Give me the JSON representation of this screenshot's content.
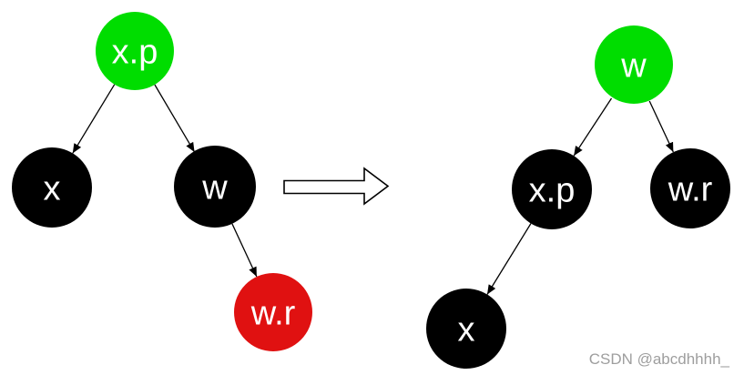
{
  "colors": {
    "green": "#00dd00",
    "black": "#000000",
    "red": "#e01111",
    "node_text": "#ffffff",
    "edge": "#000000"
  },
  "left_tree": {
    "nodes": {
      "root": {
        "label": "x.p",
        "fill": "#00dd00",
        "color_name": "green"
      },
      "left_child": {
        "label": "x",
        "fill": "#000000",
        "color_name": "black"
      },
      "right_child": {
        "label": "w",
        "fill": "#000000",
        "color_name": "black"
      },
      "right_grandchild": {
        "label": "w.r",
        "fill": "#e01111",
        "color_name": "red"
      }
    }
  },
  "right_tree": {
    "nodes": {
      "root": {
        "label": "w",
        "fill": "#00dd00",
        "color_name": "green"
      },
      "left_child": {
        "label": "x.p",
        "fill": "#000000",
        "color_name": "black"
      },
      "right_child": {
        "label": "w.r",
        "fill": "#000000",
        "color_name": "black"
      },
      "left_grandchild": {
        "label": "x",
        "fill": "#000000",
        "color_name": "black"
      }
    }
  },
  "watermark": {
    "text": "CSDN @abcdhhhh_",
    "color": "#9e9e9e"
  }
}
